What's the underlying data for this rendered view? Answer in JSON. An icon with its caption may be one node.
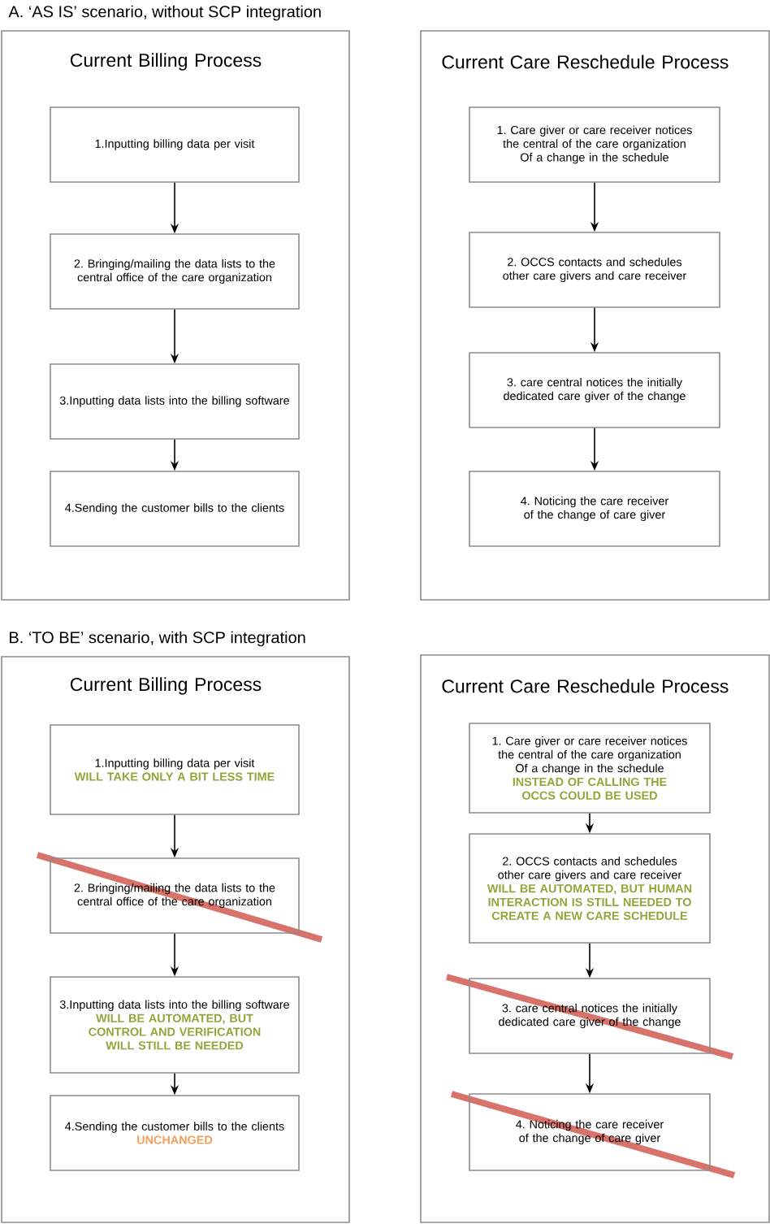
{
  "diagram": {
    "nodes": [
      {
        "text": [
          "Current Billing Process"
        ]
      },
      {
        "text": [
          "1.Inputting billing data per visit"
        ],
        "in": 0
      },
      {
        "text": [
          "2. Bringing/mailing the data lists to the central office of the care organization"
        ],
        "in": 0
      },
      {
        "text": [
          "3.Inputting data lists into the billing software"
        ],
        "in": 0
      },
      {
        "text": [
          "4.Sending the customer bills to the clients"
        ],
        "in": 0
      },
      {
        "text": [
          "Current Care Reschedule Process"
        ]
      },
      {
        "text": [
          "1. Care giver or care receiver notices the central of the care organization Of a change in the schedule"
        ],
        "in": 5
      },
      {
        "text": [
          "2. OCCS contacts and schedules other care givers and care receiver"
        ],
        "in": 5
      },
      {
        "text": [
          "3. care central notices the initially dedicated care giver of the change"
        ],
        "in": 5
      },
      {
        "text": [
          "4. Noticing the care receiver of the change of care giver"
        ],
        "in": 5
      },
      {
        "text": [
          "Current Billing Process"
        ]
      },
      {
        "text": [
          "1.Inputting billing data per visit",
          "WILL TAKE ONLY A BIT LESS TIME"
        ],
        "in": 10
      },
      {
        "text": [
          "2. Bringing/mailing the data lists to the central office of the care organization"
        ],
        "in": 10
      },
      {
        "text": [
          "3.Inputting data lists into the billing software",
          "WILL BE AUTOMATED, BUT CONTROL AND VERIFICATION WILL STILL BE NEEDED"
        ],
        "in": 10
      },
      {
        "text": [
          "4.Sending the customer bills to the clients",
          "UNCHANGED"
        ],
        "in": 10
      },
      {
        "text": [
          "Current Care Reschedule Process"
        ]
      },
      {
        "text": [
          "1. Care giver or care receiver notices the central of the care organization Of a change in the schedule",
          "INSTEAD OF CALLING THE OCCS COULD BE USED"
        ],
        "in": 15
      },
      {
        "text": [
          "2. OCCS contacts and schedules other care givers and care receiver",
          "WILL BE AUTOMATED, BUT HUMAN INTERACTION IS STILL NEEDED TO CREATE A NEW CARE SCHEDULE"
        ],
        "in": 15
      },
      {
        "text": [
          "3. care central notices the initially dedicated care giver of the change"
        ],
        "in": 15
      },
      {
        "text": [
          "4. Noticing the care receiver of the change of care giver"
        ],
        "in": 15
      }
    ],
    "edges": [
      {
        "from": 1,
        "to": 2,
        "arrow": "to"
      },
      {
        "from": 2,
        "to": 3,
        "arrow": "to"
      },
      {
        "from": 3,
        "to": 4,
        "arrow": "to"
      },
      {
        "from": 6,
        "to": 7,
        "arrow": "to"
      },
      {
        "from": 7,
        "to": 8,
        "arrow": "to"
      },
      {
        "from": 8,
        "to": 9,
        "arrow": "to"
      },
      {
        "from": 11,
        "to": 12,
        "arrow": "to"
      },
      {
        "from": 12,
        "to": 13,
        "arrow": "to"
      },
      {
        "from": 13,
        "to": 14,
        "arrow": "to"
      },
      {
        "from": 16,
        "to": 17,
        "arrow": "to"
      },
      {
        "from": 17,
        "to": 18,
        "arrow": "to"
      },
      {
        "from": 18,
        "to": 19,
        "arrow": "to"
      }
    ],
    "labels": [
      "A. ‘AS IS’ scenario, without SCP integration",
      "B. ‘TO BE’ scenario, with SCP integration"
    ]
  }
}
